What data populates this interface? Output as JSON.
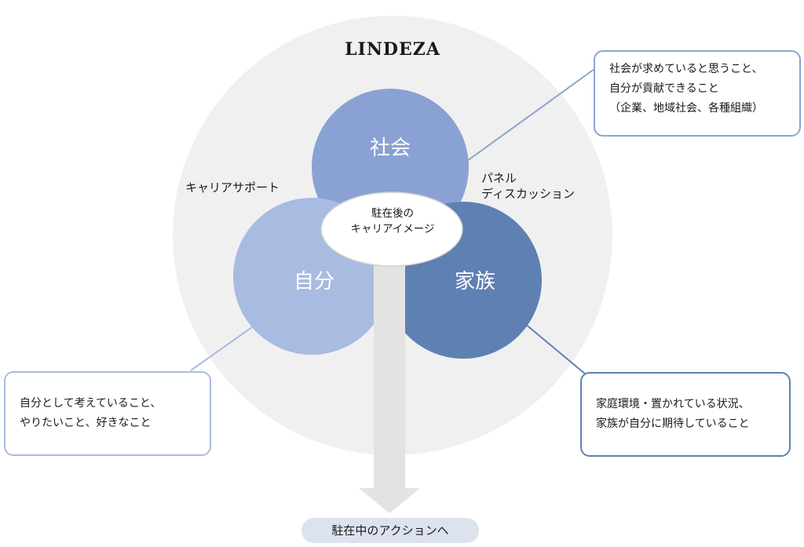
{
  "brand": "LINDEZA",
  "circles": {
    "society": "社会",
    "self": "自分",
    "family": "家族"
  },
  "center": {
    "line1": "駐在後の",
    "line2": "キャリアイメージ"
  },
  "side_labels": {
    "career_support": "キャリアサポート",
    "panel_line1": "パネル",
    "panel_line2": "ディスカッション"
  },
  "callouts": {
    "society": [
      "社会が求めていると思うこと、",
      "自分が貢献できること",
      "（企業、地域社会、各種組織）"
    ],
    "self": [
      "自分として考えていること、",
      "やりたいこと、好きなこと"
    ],
    "family": [
      "家庭環境・置かれている状況、",
      "家族が自分に期待していること"
    ]
  },
  "bottom": "駐在中のアクションへ",
  "colors": {
    "background_circle": "#f0f0f0",
    "society": "#8aa2d3",
    "self": "#a8bbe0",
    "family": "#5e80b3",
    "callout_border": "#8aa4cf",
    "arrow": "#e3e3e3",
    "pill": "#dde2ef"
  }
}
